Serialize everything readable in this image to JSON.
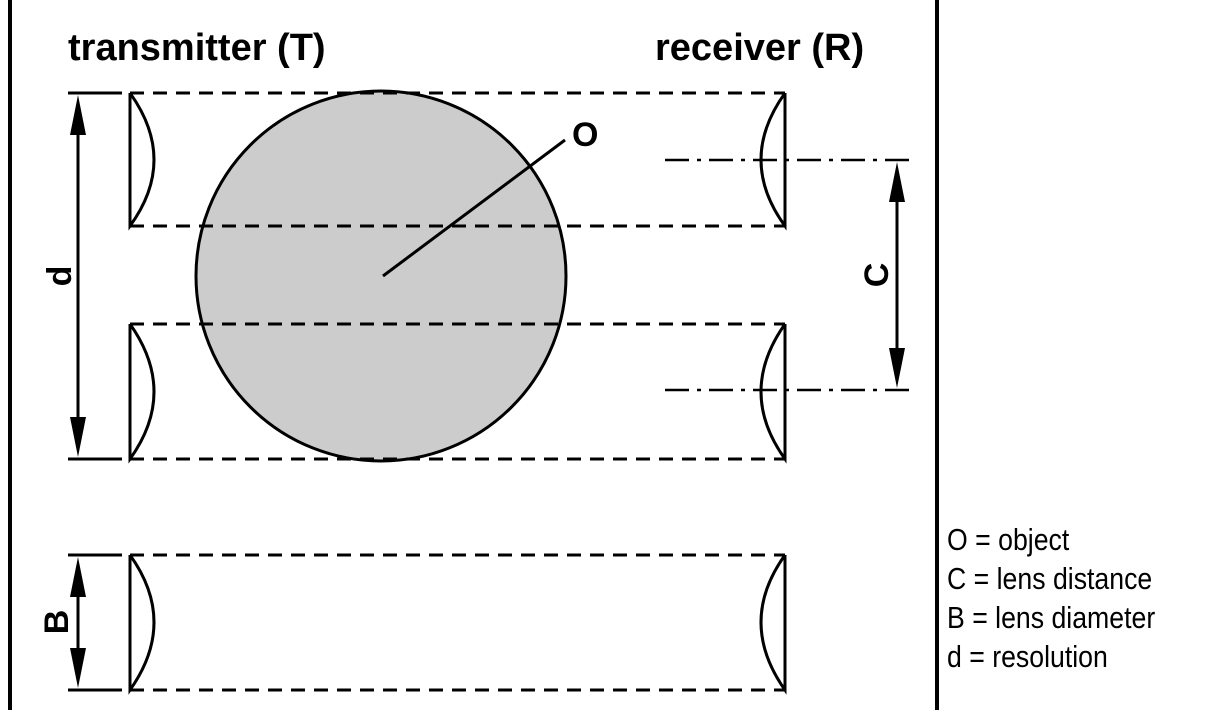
{
  "headers": {
    "transmitter": "transmitter (T)",
    "receiver": "receiver (R)"
  },
  "labels": {
    "object": "O",
    "lens_distance": "C",
    "resolution": "d",
    "lens_diameter": "B"
  },
  "legend": [
    "O = object",
    "C = lens distance",
    "B = lens diameter",
    "d = resolution"
  ],
  "colors": {
    "object_fill": "#cccccc",
    "stroke": "#000000"
  }
}
